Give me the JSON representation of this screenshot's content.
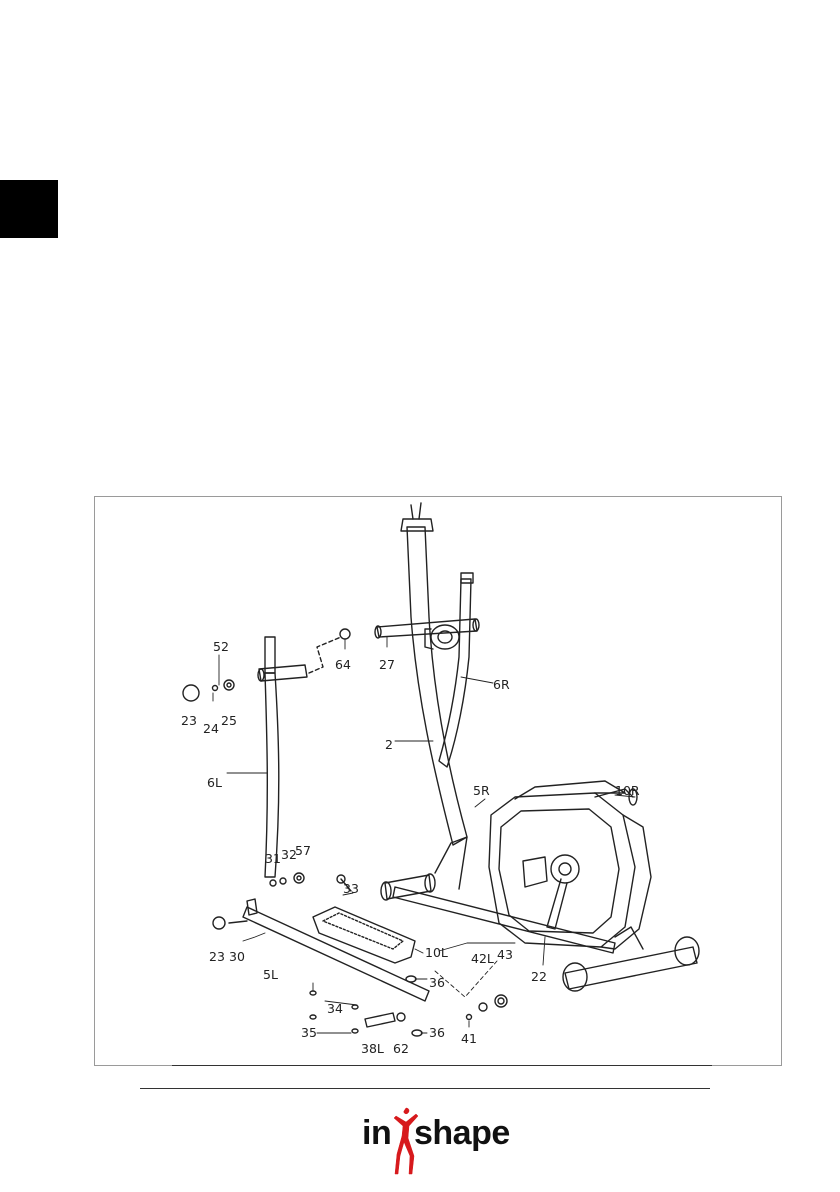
{
  "callouts": {
    "c52": "52",
    "c23a": "23",
    "c24": "24",
    "c25": "25",
    "c64": "64",
    "c27": "27",
    "c6R": "6R",
    "c2": "2",
    "c6L": "6L",
    "c5R": "5R",
    "c10R": "10R",
    "c31": "31",
    "c32": "32",
    "c57": "57",
    "c33": "33",
    "c23b": "23",
    "c30": "30",
    "c5L": "5L",
    "c10L": "10L",
    "c36a": "36",
    "c42L": "42L",
    "c43": "43",
    "c22": "22",
    "c34": "34",
    "c35": "35",
    "c38L": "38L",
    "c62": "62",
    "c36b": "36",
    "c41": "41"
  },
  "logo": {
    "part1": "in",
    "part2": "shape"
  },
  "colors": {
    "logo_figure": "#d7191c",
    "ink": "#222222"
  }
}
